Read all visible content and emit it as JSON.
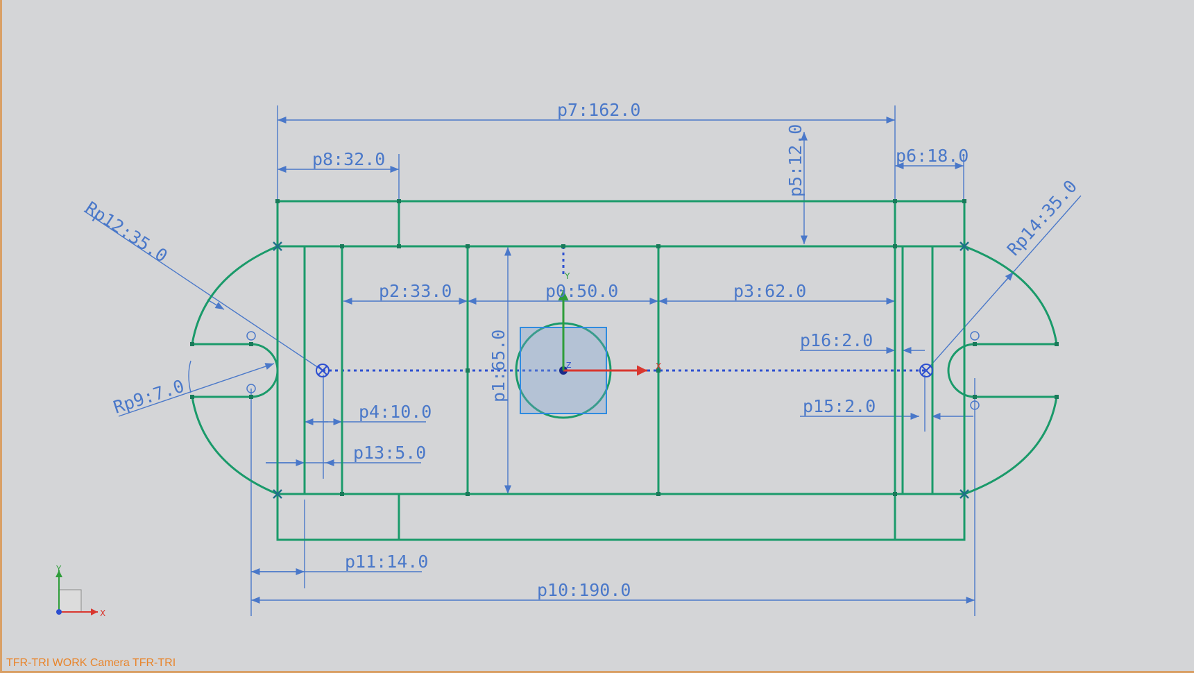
{
  "viewport": {
    "status_text": "TFR-TRI WORK Camera TFR-TRI",
    "colors": {
      "background": "#d4d5d7",
      "geometry": "#1a9a6a",
      "dimension": "#4a78c9",
      "status": "#e8842a",
      "border": "#d9a066"
    }
  },
  "dimensions": {
    "p7": "p7:162.0",
    "p8": "p8:32.0",
    "p5": "p5:12.0",
    "p6": "p6:18.0",
    "rp12": "Rp12:35.0",
    "rp14": "Rp14:35.0",
    "p2": "p2:33.0",
    "p0": "p0:50.0",
    "p3": "p3:62.0",
    "p16": "p16:2.0",
    "p1": "p1:65.0",
    "rp9": "Rp9:7.0",
    "p4": "p4:10.0",
    "p15": "p15:2.0",
    "p13": "p13:5.0",
    "p11": "p11:14.0",
    "p10": "p10:190.0"
  },
  "axes": {
    "origin_x": "X",
    "origin_y": "Y",
    "origin_z": "Z",
    "triad_x": "X",
    "triad_y": "Y"
  }
}
